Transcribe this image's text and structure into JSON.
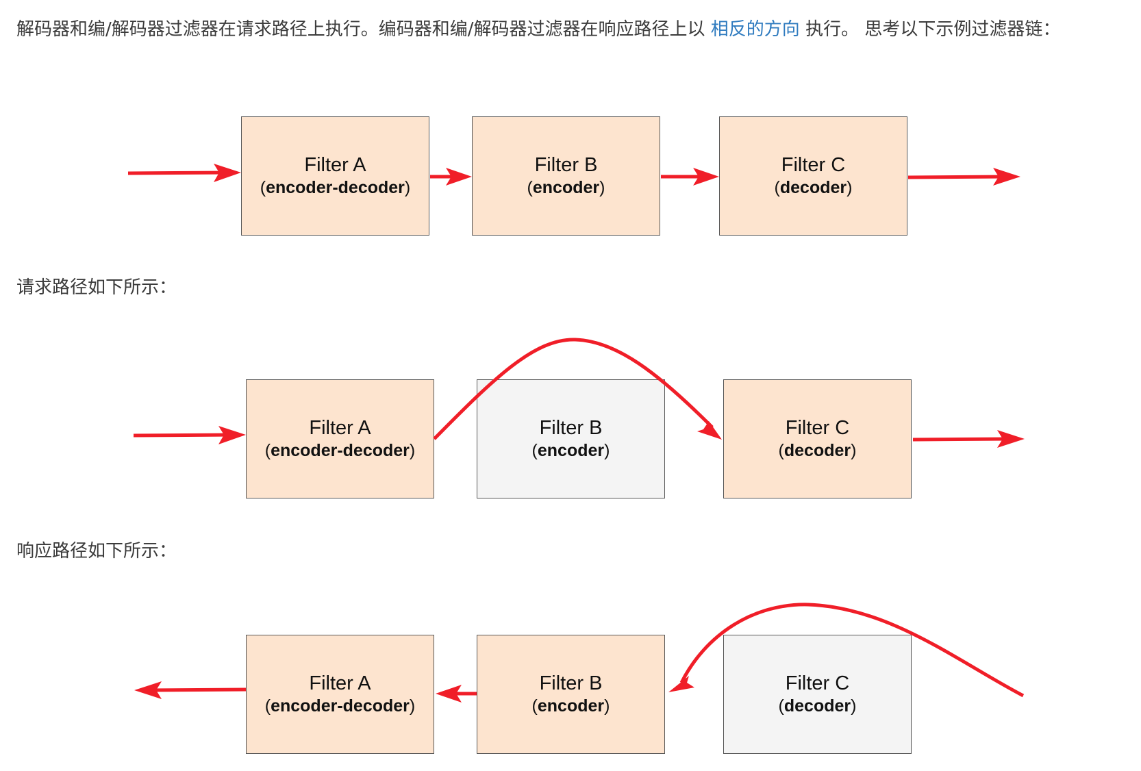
{
  "intro": {
    "text_before": "解码器和编/解码器过滤器在请求路径上执行。编码器和编/解码器过滤器在响应路径上以",
    "link": "相反的方向",
    "text_after": "执行。 思考以下示例过滤器链："
  },
  "request_caption": "请求路径如下所示：",
  "response_caption": "响应路径如下所示：",
  "diagrams": {
    "chain": {
      "a": {
        "name": "Filter A",
        "role": "encoder-decoder"
      },
      "b": {
        "name": "Filter B",
        "role": "encoder"
      },
      "c": {
        "name": "Filter C",
        "role": "decoder"
      }
    },
    "request": {
      "a": {
        "name": "Filter A",
        "role": "encoder-decoder"
      },
      "b": {
        "name": "Filter B",
        "role": "encoder"
      },
      "c": {
        "name": "Filter C",
        "role": "decoder"
      }
    },
    "response": {
      "a": {
        "name": "Filter A",
        "role": "encoder-decoder"
      },
      "b": {
        "name": "Filter B",
        "role": "encoder"
      },
      "c": {
        "name": "Filter C",
        "role": "decoder"
      }
    }
  },
  "colors": {
    "active_box": "#fde4cf",
    "skipped_box": "#f4f4f4",
    "arrow": "#f01e28",
    "link": "#2f7bbf"
  }
}
